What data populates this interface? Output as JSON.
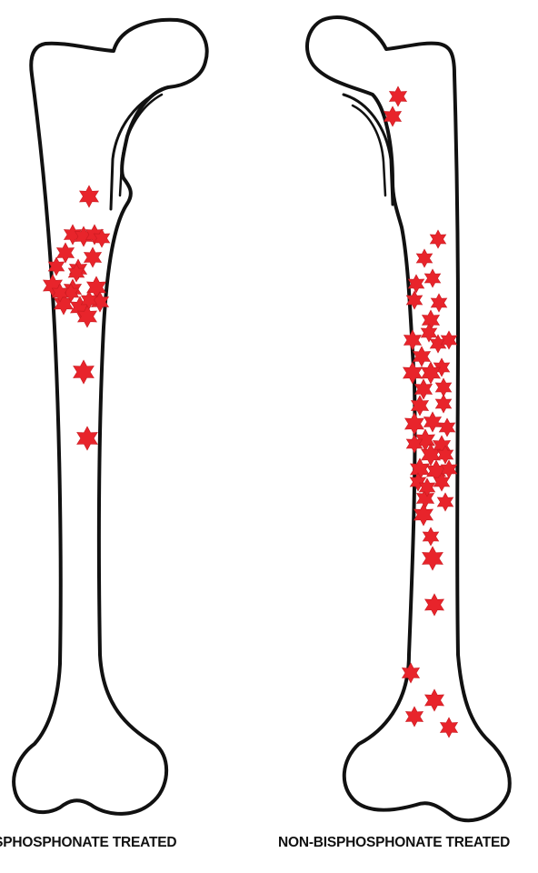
{
  "colors": {
    "background": "#ffffff",
    "outline": "#111111",
    "marker": "#e8242b"
  },
  "icons": {
    "fracture_marker": "star-icon"
  },
  "femurs": [
    {
      "caption": "BISPHOSPHONATE TREATED",
      "marker_count": 22
    },
    {
      "caption": "NON-BISPHOSPHONATE TREATED",
      "marker_count": 45
    }
  ]
}
